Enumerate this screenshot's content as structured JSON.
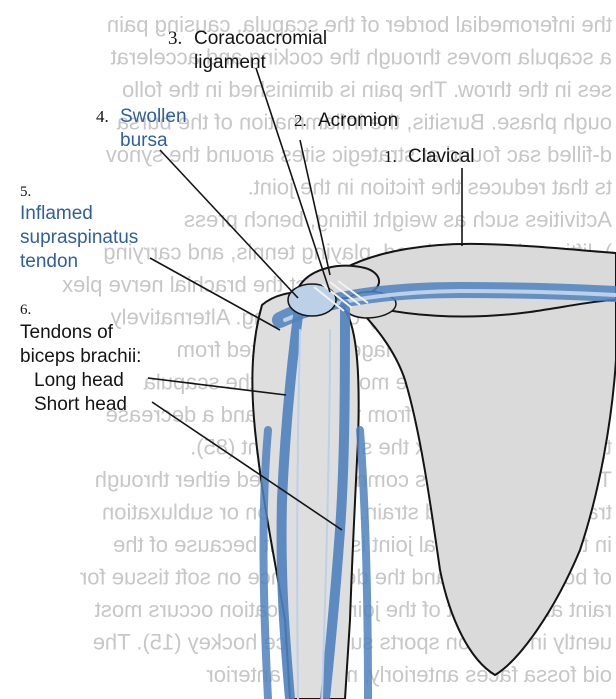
{
  "background_text_lines": [
    "the inferomedial border of the scapula, causing pain",
    "a scapula moves through the cocking and accelerat",
    "ses in the throw. The pain is diminished in the follo",
    "ough phase. Bursitis, the inflammation of the bursa",
    "d-filled sac found at strategic sites around the synov",
    "ts that reduces the friction in the joint.",
    "Activities such as weight lifting, bench press",
    "), lifting above the head, playing tennis, and carrying",
    "k pack on the shoulder can affect the brachial nerve plex",
    "means of a traction injury or by pulling. Alternatively",
    "ic thoracic nerve if damaged, is isolated from",
    "tus anterior can cause movement of the scapula",
    "of the scapula away from the thorax and a decrease",
    "ty to abduct and flex the shoulder joint (85).",
    "The shoulder joint is commonly injured either through",
    "trauma or repeated strain. Dislocation or subluxation",
    "in the glenohumeral joint is frequent because of the",
    "of bony restraint and the dependence on soft tissue for",
    "raint and support of the joint. Dislocation occurs most",
    "uently in collision sports such as ice hockey (15). The",
    "oid fossa faces anteriorly, making anterior"
  ],
  "labels": {
    "coracoacromial": {
      "number": "3.",
      "line1": "Coracoacromial",
      "line2": "ligament"
    },
    "acromion": {
      "number": "2.",
      "text": "Acromion"
    },
    "clavical": {
      "number": "1.",
      "text": "Clavical"
    },
    "bursa": {
      "number": "4.",
      "line1": "Swollen",
      "line2": "bursa"
    },
    "supraspinatus": {
      "number": "5.",
      "line1": "Inflamed",
      "line2": "supraspinatus",
      "line3": "tendon"
    },
    "biceps": {
      "number": "6.",
      "line1": "Tendons of",
      "line2": "biceps brachii:",
      "long_head": "Long head",
      "short_head": "Short head"
    }
  },
  "colors": {
    "bone": "#d9d9d9",
    "tendon": "#4f81bd",
    "tendon_light": "#bcd0e8",
    "ink": "#141414",
    "accent_label": "#2f5f9e",
    "ghost_text": "#c7c7c7"
  }
}
